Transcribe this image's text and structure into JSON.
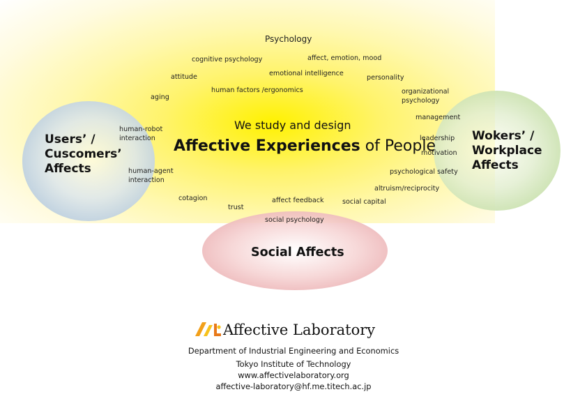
{
  "diagram": {
    "top_label": "Psychology",
    "intro": "We study and design",
    "headline_bold": "Affective Experiences",
    "headline_rest": " of People",
    "groups": {
      "users": "Users’ /\nCuscomers’\nAffects",
      "workers": "Wokers’ /\nWorkplace\nAffects",
      "social": "Social Affects"
    },
    "keywords": [
      "cognitive psychology",
      "affect, emotion, mood",
      "attitude",
      "emotional intelligence",
      "personality",
      "human factors /ergonomics",
      "organizational\npsychology",
      "aging",
      "management",
      "human-robot\ninteraction",
      "leadership",
      "motivation",
      "human-agent\ninteraction",
      "psychological safety",
      "altruism/reciprocity",
      "cotagion",
      "affect feedback",
      "social capital",
      "trust",
      "social psychology"
    ]
  },
  "footer": {
    "lab_name": "Affective Laboratory",
    "department": "Department of Industrial Engineering and Economics",
    "university": "Tokyo Institute of Technology",
    "website": "www.affectivelaboratory.org",
    "email": "affective-laboratory@hf.me.titech.ac.jp",
    "logo_colors": [
      "#f2a01a",
      "#f7c21c",
      "#e8791a"
    ]
  }
}
